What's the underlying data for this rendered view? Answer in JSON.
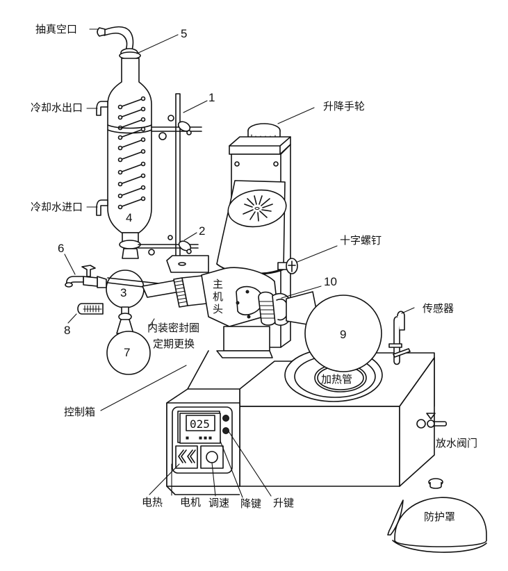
{
  "diagram": {
    "subject": "Rotary evaporator",
    "callout_numbers": {
      "n1": "1",
      "n2": "2",
      "n3": "3",
      "n4": "4",
      "n5": "5",
      "n6": "6",
      "n7": "7",
      "n8": "8",
      "n9": "9",
      "n10": "10"
    },
    "labels": {
      "vacuum_port": "抽真空口",
      "cooling_water_outlet": "冷却水出口",
      "cooling_water_inlet": "冷却水进口",
      "lift_handwheel": "升降手轮",
      "cross_screw": "十字螺钉",
      "main_head_1": "主",
      "main_head_2": "机",
      "main_head_3": "头",
      "seal_ring_line1": "内装密封圈",
      "seal_ring_line2": "定期更换",
      "sensor": "传感器",
      "heating_tube": "加热管",
      "control_box": "控制箱",
      "drain_valve": "放水阀门",
      "protective_cover": "防护罩",
      "electric_heat": "电热",
      "motor": "电机",
      "speed_adjust": "调速",
      "down_key": "降键",
      "up_key": "升键"
    },
    "display_value": "025"
  }
}
